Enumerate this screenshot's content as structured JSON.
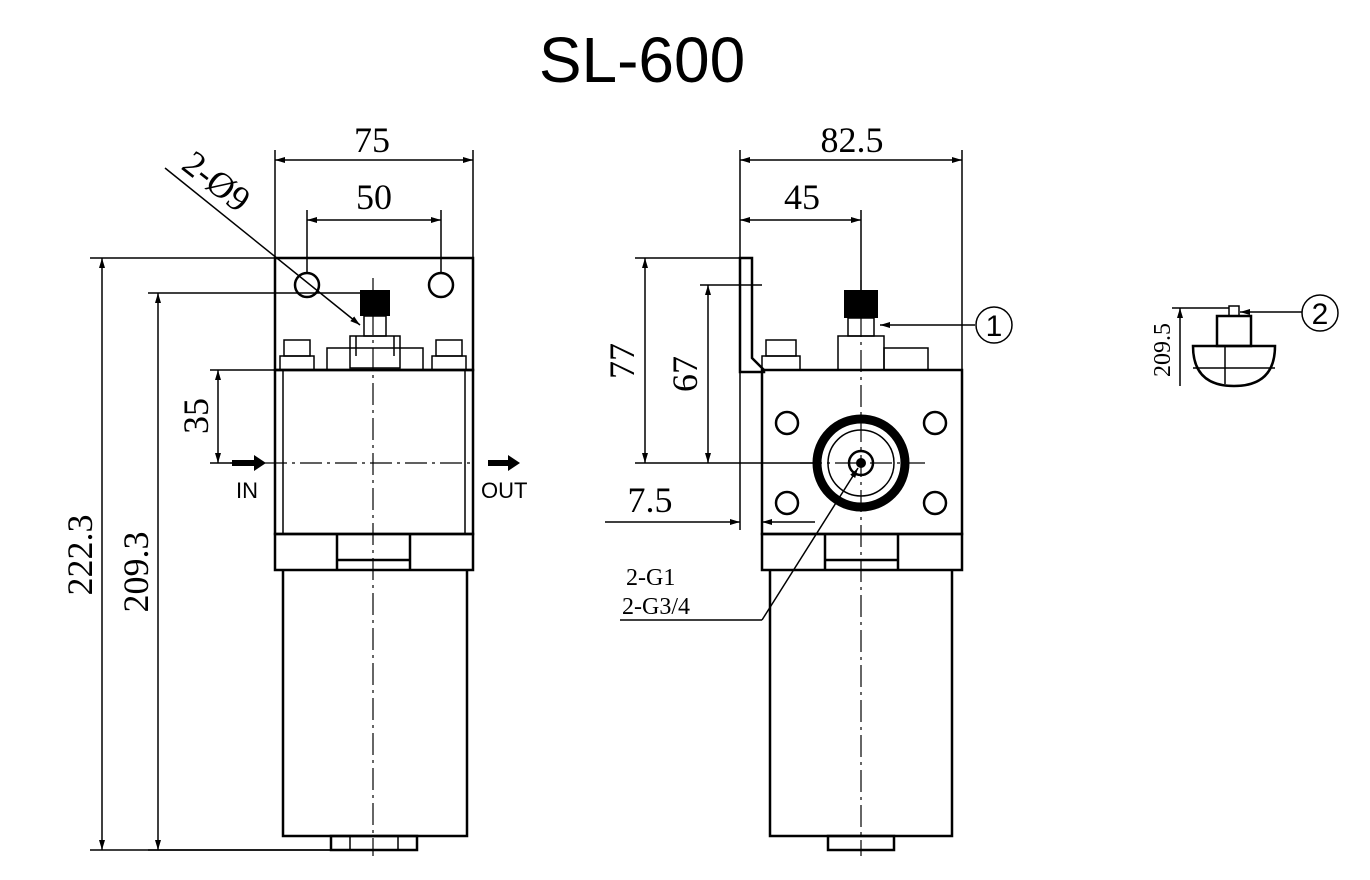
{
  "title": "SL-600",
  "front_view": {
    "dim_width_overall": "75",
    "dim_hole_spacing": "50",
    "dim_hole": "2-Ø9",
    "dim_height_overall": "222.3",
    "dim_height_body": "209.3",
    "dim_port_height": "35",
    "label_in": "IN",
    "label_out": "OUT"
  },
  "side_view": {
    "dim_width_overall": "82.5",
    "dim_offset": "45",
    "dim_height_bracket": "77",
    "dim_height_inner": "67",
    "dim_edge": "7.5",
    "port_thread_1": "2-G1",
    "port_thread_2": "2-G3/4",
    "callout_1": "①"
  },
  "detail_view": {
    "dim_height": "209.5",
    "callout_2": "②"
  }
}
